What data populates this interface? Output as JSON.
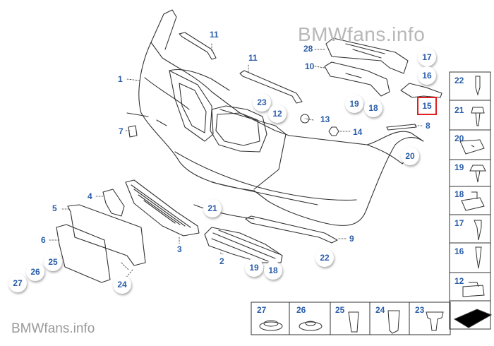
{
  "watermark": {
    "top": "BMWfans.info",
    "bottom": "BMWfans.info"
  },
  "selected_part": "15",
  "callouts": {
    "c1": "1",
    "c2": "2",
    "c3": "3",
    "c4": "4",
    "c5": "5",
    "c6": "6",
    "c7": "7",
    "c8": "8",
    "c9": "9",
    "c10": "10",
    "c11a": "11",
    "c11b": "11",
    "c12": "12",
    "c13": "13",
    "c14": "14",
    "c15": "15",
    "c16": "16",
    "c17": "17",
    "c18a": "18",
    "c18b": "18",
    "c19a": "19",
    "c19b": "19",
    "c20": "20",
    "c21": "21",
    "c22": "22",
    "c23": "23",
    "c24": "24",
    "c25": "25",
    "c26": "26",
    "c27": "27",
    "c28": "28"
  },
  "sidebar_parts": [
    "22",
    "21",
    "20",
    "19",
    "18",
    "17",
    "16",
    "12"
  ],
  "bottom_parts": [
    "27",
    "26",
    "25",
    "24",
    "23"
  ],
  "colors": {
    "callout_text": "#2a5da8",
    "highlight": "#e02020",
    "line": "#333333"
  }
}
